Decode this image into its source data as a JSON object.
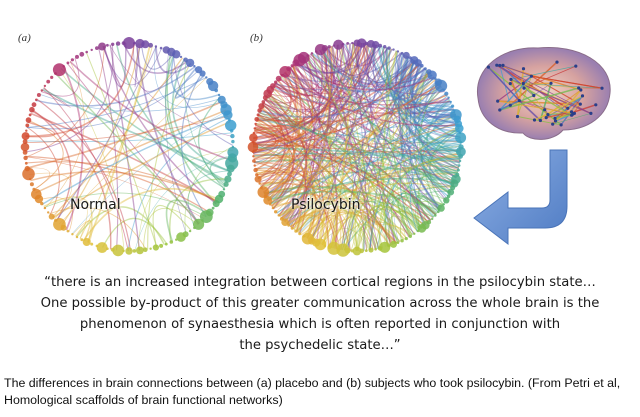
{
  "panels": [
    {
      "label": "(a)",
      "circle_label": "Normal"
    },
    {
      "label": "(b)",
      "circle_label": "Psilocybin"
    }
  ],
  "quote": {
    "lines": [
      "“there is an increased integration between cortical regions in the psilocybin state…",
      "One possible by-product of this greater communication across the whole brain is the",
      "phenomenon of synaesthesia which is often reported in conjunction with",
      "the psychedelic state…”"
    ]
  },
  "caption": {
    "lines": [
      "The differences in brain connections between (a) placebo and (b) subjects who took psilocybin. (From Petri et al,",
      "Homological scaffolds of brain functional networks)"
    ]
  },
  "colors": {
    "arrow": "#5b86c9",
    "ring_gradient": [
      "#7a3f9a",
      "#4d6fc0",
      "#3aa0d0",
      "#4fb06a",
      "#9cc43a",
      "#e0c23a",
      "#e08a2a",
      "#d0402a",
      "#b03070"
    ]
  }
}
